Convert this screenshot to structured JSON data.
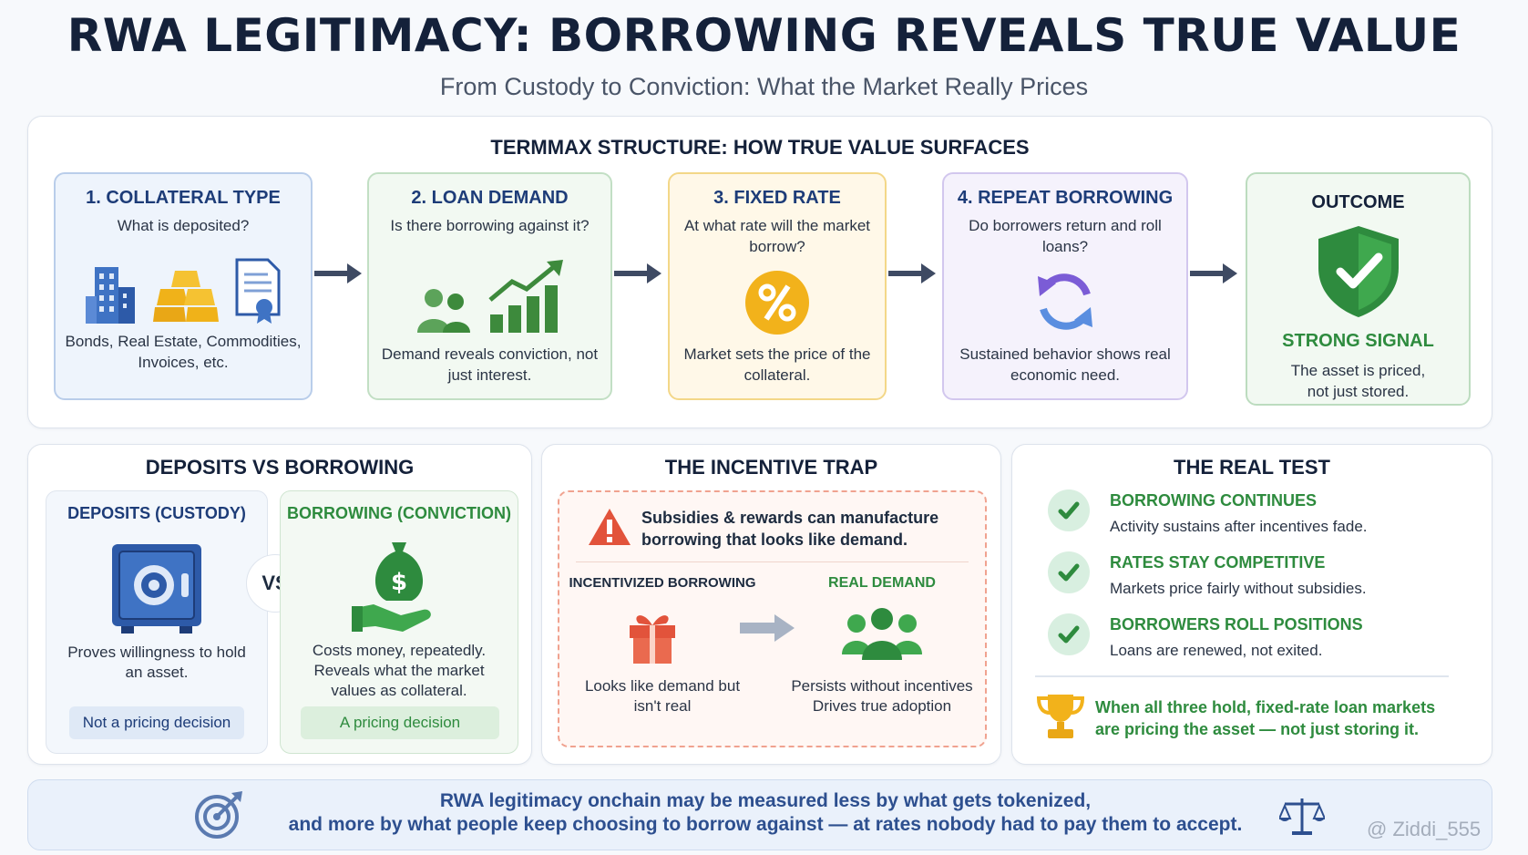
{
  "header": {
    "title": "RWA LEGITIMACY: BORROWING REVEALS TRUE VALUE",
    "subtitle": "From Custody to Conviction: What the Market Really Prices"
  },
  "structure": {
    "title": "TERMMAX STRUCTURE: HOW TRUE VALUE SURFACES",
    "steps": [
      {
        "heading": "1. COLLATERAL TYPE",
        "question": "What is deposited?",
        "desc": "Bonds, Real Estate, Commodities, Invoices, etc.",
        "icons": [
          "building-icon",
          "gold-bars-icon",
          "certificate-icon"
        ]
      },
      {
        "heading": "2. LOAN DEMAND",
        "question": "Is there borrowing against it?",
        "desc": "Demand reveals conviction, not just interest.",
        "icons": [
          "people-icon",
          "growth-chart-icon"
        ]
      },
      {
        "heading": "3. FIXED RATE",
        "question": "At what rate will the market borrow?",
        "desc": "Market sets the price of the collateral.",
        "icons": [
          "percent-icon"
        ]
      },
      {
        "heading": "4. REPEAT BORROWING",
        "question": "Do borrowers return and roll loans?",
        "desc": "Sustained behavior shows real economic need.",
        "icons": [
          "refresh-icon"
        ]
      }
    ],
    "outcome": {
      "heading": "OUTCOME",
      "signal": "STRONG SIGNAL",
      "desc": "The asset is priced, not just stored.",
      "icon": "shield-check-icon"
    }
  },
  "deposits_vs_borrowing": {
    "title": "DEPOSITS VS BORROWING",
    "vs": "VS",
    "deposits": {
      "heading": "DEPOSITS (CUSTODY)",
      "desc": "Proves willingness to hold an asset.",
      "tag": "Not a pricing decision",
      "icon": "safe-icon"
    },
    "borrowing": {
      "heading": "BORROWING (CONVICTION)",
      "desc": "Costs money, repeatedly. Reveals what the market values as collateral.",
      "tag": "A pricing decision",
      "icon": "money-hand-icon"
    }
  },
  "incentive_trap": {
    "title": "THE INCENTIVE TRAP",
    "warning": "Subsidies & rewards can manufacture borrowing that looks like demand.",
    "left_heading": "INCENTIVIZED BORROWING",
    "left_desc": "Looks like demand but isn't real",
    "right_heading": "REAL DEMAND",
    "right_desc": "Persists without incentives Drives true adoption"
  },
  "real_test": {
    "title": "THE REAL TEST",
    "items": [
      {
        "heading": "BORROWING CONTINUES",
        "desc": "Activity sustains after incentives fade."
      },
      {
        "heading": "RATES STAY COMPETITIVE",
        "desc": "Markets price fairly without subsidies."
      },
      {
        "heading": "BORROWERS ROLL POSITIONS",
        "desc": "Loans are renewed, not exited."
      }
    ],
    "conclusion": "When all three hold, fixed-rate loan markets are pricing the asset — not just storing it."
  },
  "footer": {
    "line1": "RWA legitimacy onchain may be measured less by what gets tokenized,",
    "line2": "and more by what people keep choosing to borrow against — at rates nobody had to pay them to accept.",
    "watermark": "@ Ziddi_555"
  },
  "colors": {
    "navy": "#1d3c78",
    "green": "#2e8b3e",
    "gold": "#f2b21b",
    "purple": "#7b5cd6",
    "red": "#e2533b"
  }
}
